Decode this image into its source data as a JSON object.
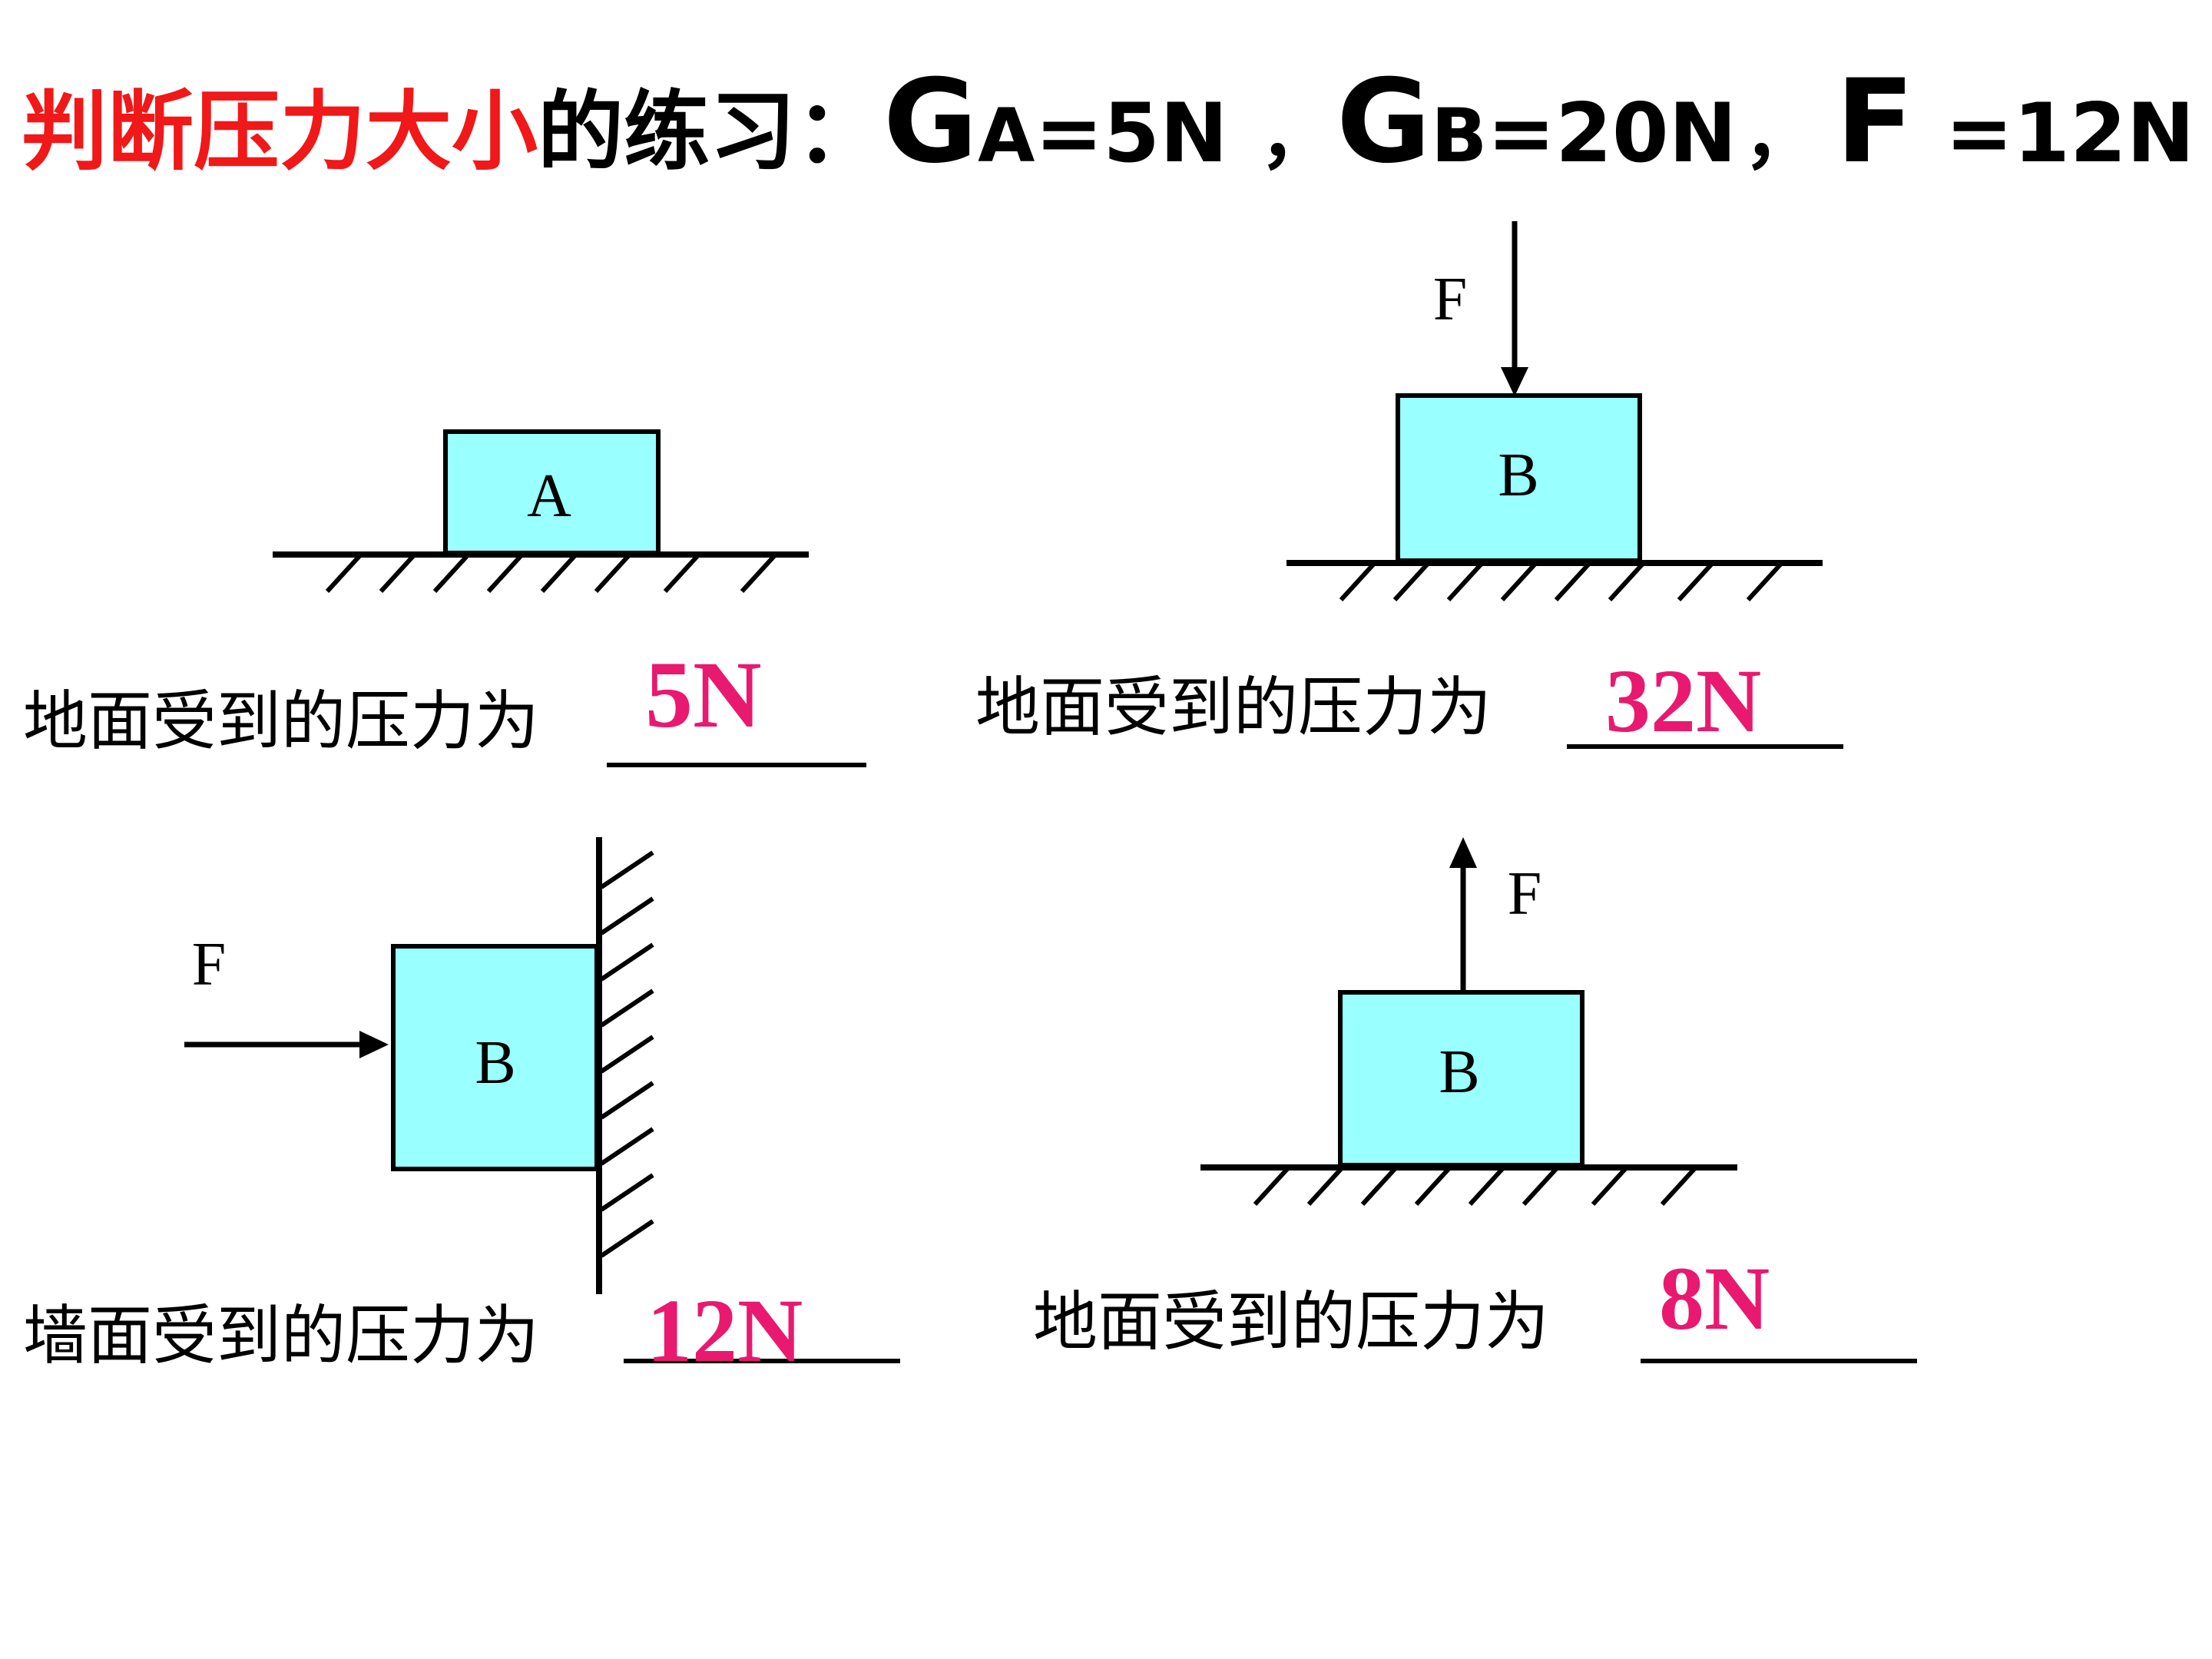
{
  "title": {
    "prefix_red": "判断压力大小",
    "prefix_black": "的练习：",
    "ga_G": "G",
    "ga_sub": "A",
    "ga_val": "=5N",
    "sep1": "，",
    "gb_G": "G",
    "gb_sub": "B",
    "gb_val": "=20N",
    "sep2": "，",
    "f_letter": "F",
    "f_val": "=12N"
  },
  "panels": [
    {
      "block_label": "A",
      "prompt": "地面受到的压力为",
      "answer": "5N"
    },
    {
      "block_label": "B",
      "force_label": "F",
      "force_direction": "down",
      "prompt": "地面受到的压力为",
      "answer": "32N"
    },
    {
      "block_label": "B",
      "force_label": "F",
      "force_direction": "right",
      "prompt": "墙面受到的压力为",
      "answer": "12N"
    },
    {
      "block_label": "B",
      "force_label": "F",
      "force_direction": "up",
      "prompt": "地面受到的压力为",
      "answer": "8N"
    }
  ],
  "colors": {
    "title_red": "#f01818",
    "answer": "#e8196e",
    "block_fill": "#99ffff",
    "ink": "#000000"
  }
}
